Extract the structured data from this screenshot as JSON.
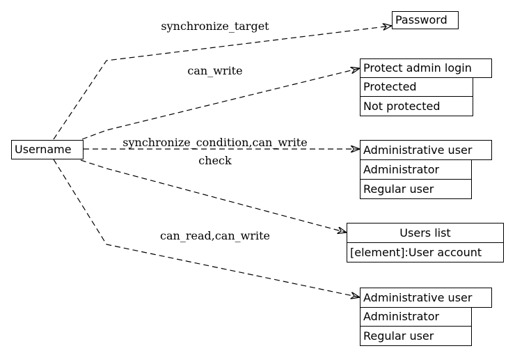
{
  "source": {
    "label": "Username"
  },
  "targets": [
    {
      "id": "password",
      "title": "Password",
      "rows": []
    },
    {
      "id": "protect",
      "title": "Protect admin login",
      "rows": [
        "Protected",
        "Not protected"
      ]
    },
    {
      "id": "admin1",
      "title": "Administrative user",
      "rows": [
        "Administrator",
        "Regular user"
      ]
    },
    {
      "id": "users",
      "title": "Users list",
      "rows": [
        "[element]:User account"
      ]
    },
    {
      "id": "admin2",
      "title": "Administrative user",
      "rows": [
        "Administrator",
        "Regular user"
      ]
    }
  ],
  "edges": [
    {
      "to": "password",
      "label": "synchronize_target"
    },
    {
      "to": "protect",
      "label": "can_write"
    },
    {
      "to": "admin1",
      "label": "synchronize_condition,can_write"
    },
    {
      "to": "users",
      "label": "check"
    },
    {
      "to": "admin2",
      "label": "can_read,can_write"
    }
  ]
}
